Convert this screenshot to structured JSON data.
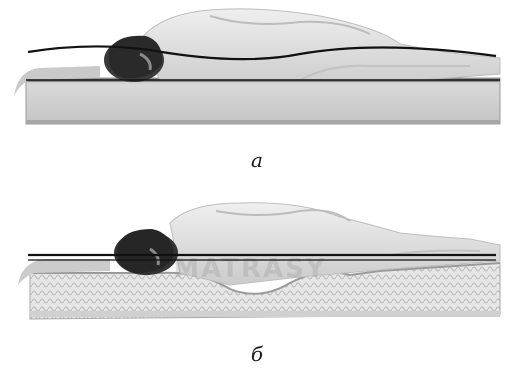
{
  "figure": {
    "panels": [
      {
        "id": "a",
        "caption": "a",
        "mattress": "firm",
        "spine": "curved"
      },
      {
        "id": "b",
        "caption": "б",
        "mattress": "orthopedic-contouring",
        "spine": "straight"
      }
    ],
    "watermark": "MATRASY",
    "colors": {
      "mattress_side": "#cfcfcf",
      "mattress_top": "#b9b9b9",
      "body": "#dcdcdc",
      "hair": "#2a2a2a",
      "line": "#111111"
    }
  }
}
